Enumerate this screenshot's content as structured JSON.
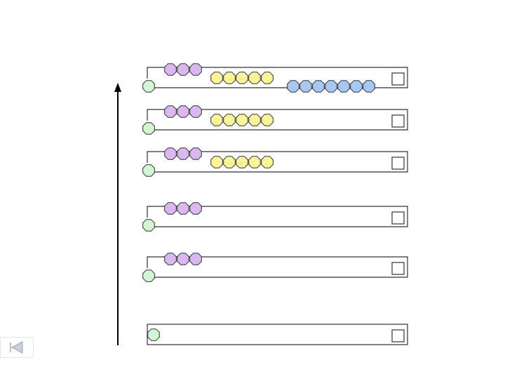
{
  "colors": {
    "green": "#d4f5d4",
    "purple": "#d9b8f0",
    "yellow": "#fbf59a",
    "blue": "#a8c8f4",
    "stroke": "#333333",
    "axis": "#000000"
  },
  "icons": {
    "nav": "triangle-left-icon",
    "checkbox": "empty-square-icon"
  },
  "diagram": {
    "rows": [
      {
        "green": 1,
        "purple": 3,
        "yellow": 5,
        "blue": 7
      },
      {
        "green": 1,
        "purple": 3,
        "yellow": 5,
        "blue": 0
      },
      {
        "green": 1,
        "purple": 3,
        "yellow": 5,
        "blue": 0
      },
      {
        "green": 1,
        "purple": 3,
        "yellow": 0,
        "blue": 0
      },
      {
        "green": 1,
        "purple": 3,
        "yellow": 0,
        "blue": 0
      },
      {
        "green": 1,
        "purple": 0,
        "yellow": 0,
        "blue": 0
      }
    ]
  }
}
